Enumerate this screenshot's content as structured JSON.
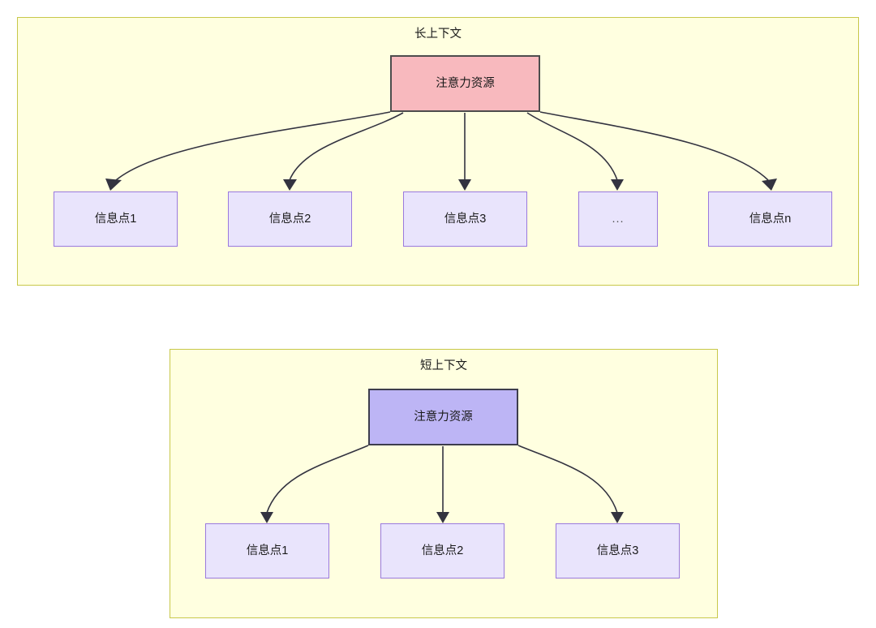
{
  "diagram": {
    "type": "flow-diagram",
    "background_color": "#FFFFFF",
    "groups": [
      {
        "id": "long-context",
        "title": "长上下文",
        "fill_color": "#FFFFE0",
        "border_color": "#C8C84A",
        "root": {
          "label": "注意力资源",
          "fill_color": "#F8B9BE",
          "border_color": "#4D4D4D"
        },
        "children": [
          {
            "label": "信息点1",
            "fill_color": "#E9E4FC",
            "border_color": "#9A79DE"
          },
          {
            "label": "信息点2",
            "fill_color": "#E9E4FC",
            "border_color": "#9A79DE"
          },
          {
            "label": "信息点3",
            "fill_color": "#E9E4FC",
            "border_color": "#9A79DE"
          },
          {
            "label": "...",
            "fill_color": "#E9E4FC",
            "border_color": "#9A79DE"
          },
          {
            "label": "信息点n",
            "fill_color": "#E9E4FC",
            "border_color": "#9A79DE"
          }
        ]
      },
      {
        "id": "short-context",
        "title": "短上下文",
        "fill_color": "#FFFFE0",
        "border_color": "#C8C84A",
        "root": {
          "label": "注意力资源",
          "fill_color": "#BDB5F5",
          "border_color": "#3D3D4D"
        },
        "children": [
          {
            "label": "信息点1",
            "fill_color": "#E9E4FC",
            "border_color": "#9A79DE"
          },
          {
            "label": "信息点2",
            "fill_color": "#E9E4FC",
            "border_color": "#9A79DE"
          },
          {
            "label": "信息点3",
            "fill_color": "#E9E4FC",
            "border_color": "#9A79DE"
          }
        ]
      }
    ],
    "edge_color": "#333340"
  }
}
